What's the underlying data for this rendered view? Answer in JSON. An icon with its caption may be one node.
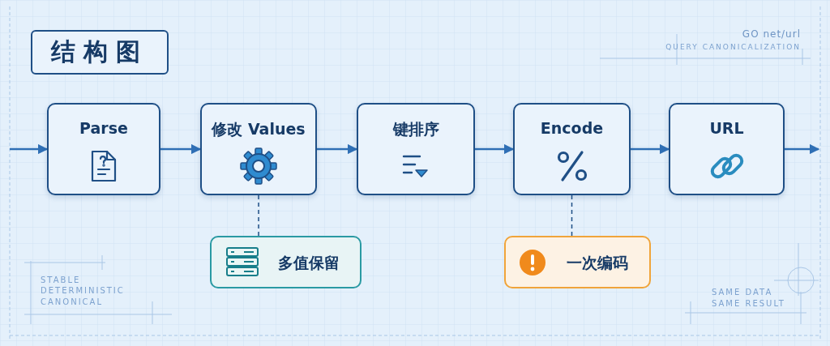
{
  "diagram": {
    "title": "结构图",
    "nodes": [
      {
        "text": [
          "Parse"
        ]
      },
      {
        "text": [
          "修改 Values"
        ]
      },
      {
        "text": [
          "键排序"
        ]
      },
      {
        "text": [
          "Encode"
        ]
      },
      {
        "text": [
          "URL"
        ]
      },
      {
        "text": [
          "多值保留"
        ]
      },
      {
        "text": [
          "一次编码"
        ]
      }
    ],
    "edges": [
      {
        "from": null,
        "to": 0,
        "arrow": "to"
      },
      {
        "from": 0,
        "to": 1,
        "arrow": "to"
      },
      {
        "from": 1,
        "to": 2,
        "arrow": "to"
      },
      {
        "from": 2,
        "to": 3,
        "arrow": "to"
      },
      {
        "from": 3,
        "to": 4,
        "arrow": "to"
      },
      {
        "from": 4,
        "to": null,
        "arrow": "to"
      },
      {
        "from": 1,
        "to": 5,
        "arrow": "none",
        "style": "dashed"
      },
      {
        "from": 3,
        "to": 6,
        "arrow": "none",
        "style": "dashed"
      }
    ],
    "labels": [
      "GO net/url",
      "QUERY CANONICALIZATION",
      "STABLE",
      "DETERMINISTIC",
      "CANONICAL",
      "SAME DATA",
      "SAME RESULT"
    ]
  }
}
